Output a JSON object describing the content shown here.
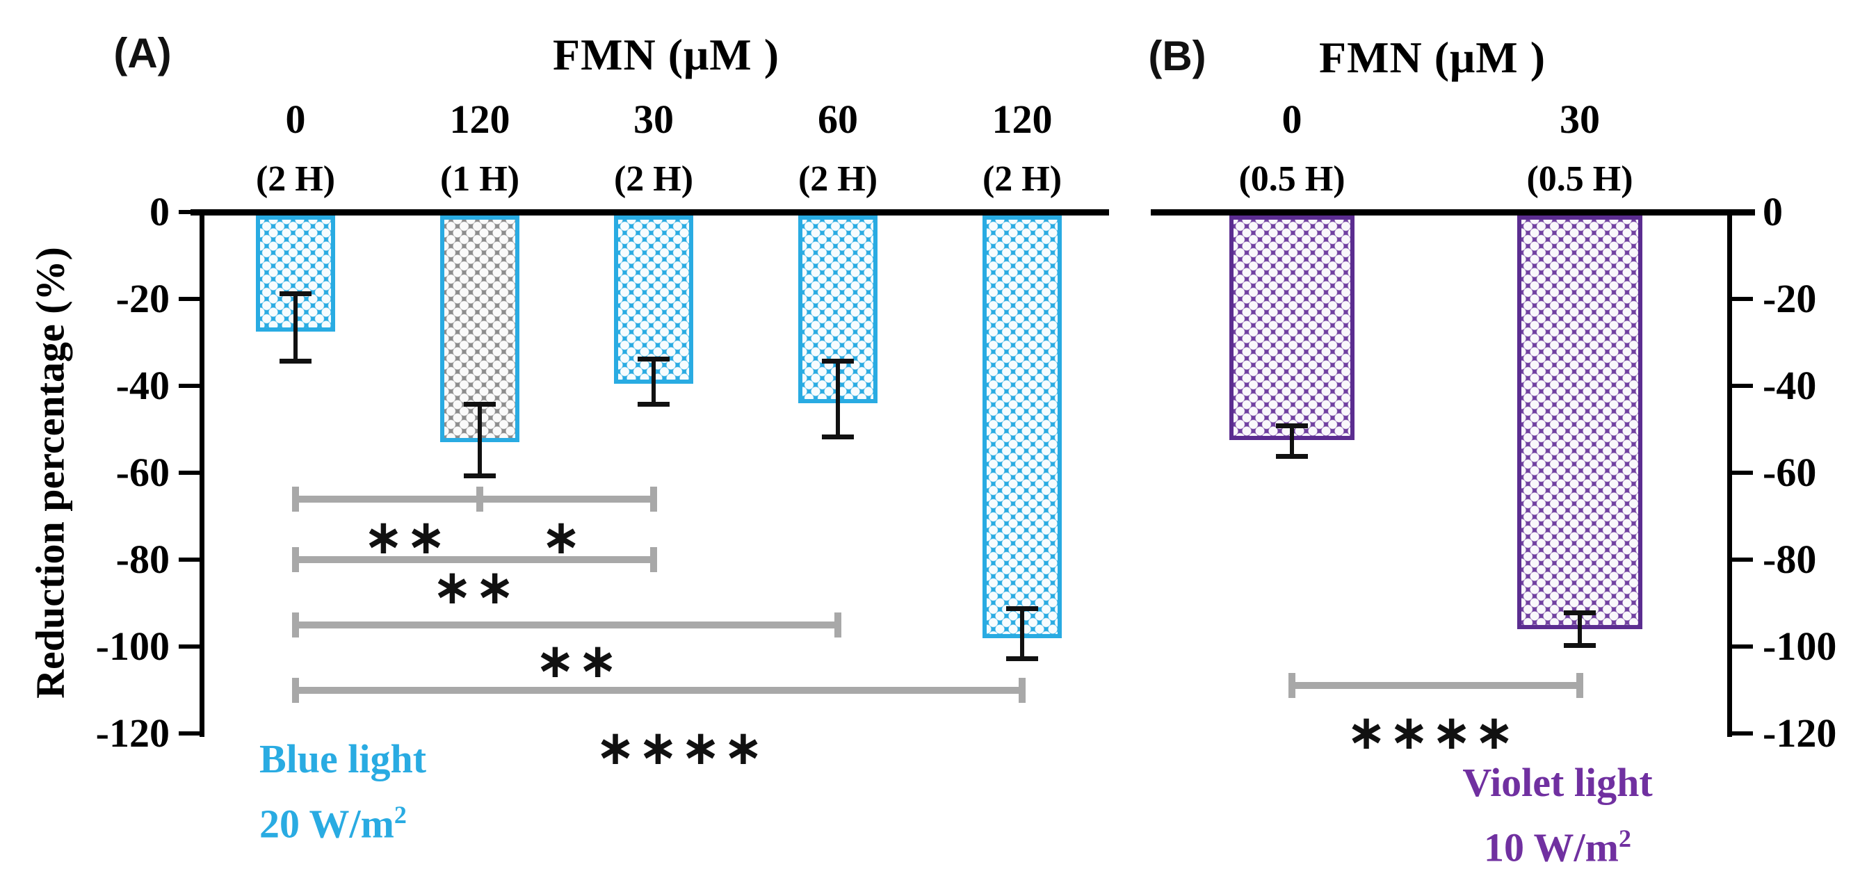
{
  "figure_type": "two-panel grouped bar chart with significance brackets",
  "colors": {
    "blue_bar": "#29abe2",
    "blue_border": "#29abe2",
    "gray_bar": "#8c8c8c",
    "purple_bar": "#7040a0",
    "purple_border": "#5b2d90",
    "bracket_gray": "#a8a8a8",
    "axis_black": "#000000",
    "blue_text": "#29abe2",
    "violet_text": "#7030a0"
  },
  "chart_data": [
    {
      "type": "bar",
      "panel": "(A)",
      "title": "FMN (μM )",
      "ylabel": "Reduction percentage (%)",
      "ylim": [
        0,
        -120
      ],
      "yticks": [
        0,
        -20,
        -40,
        -60,
        -80,
        -100,
        -120
      ],
      "ytick_labels": [
        "0",
        "-20",
        "-40",
        "-60",
        "-80",
        "-100",
        "-120"
      ],
      "grid": false,
      "legend_note": {
        "line1": "Blue light",
        "line2": "20 W/m",
        "sup": "2"
      },
      "categories": [
        {
          "conc": "0",
          "time": "(2 H)"
        },
        {
          "conc": "120",
          "time": "(1 H)"
        },
        {
          "conc": "30",
          "time": "(2 H)"
        },
        {
          "conc": "60",
          "time": "(2 H)"
        },
        {
          "conc": "120",
          "time": "(2 H)"
        }
      ],
      "series": [
        {
          "name": "Reduction percentage (%)",
          "values": [
            -27.5,
            -53,
            -39.5,
            -44,
            -98
          ]
        }
      ],
      "errors": [
        {
          "top": -19,
          "bottom": -34
        },
        {
          "top": -44.5,
          "bottom": -60.5
        },
        {
          "top": -34,
          "bottom": -44
        },
        {
          "top": -34.5,
          "bottom": -51.5
        },
        {
          "top": -91.5,
          "bottom": -102.5
        }
      ],
      "bar_styles": [
        "blue",
        "gray",
        "blue",
        "blue",
        "blue"
      ],
      "significance": [
        {
          "from": 0,
          "to": 1,
          "y": -66,
          "stars": "∗∗",
          "stars_x": 585,
          "stars_y": -75
        },
        {
          "from": 1,
          "to": 2,
          "y": -66,
          "stars": "∗",
          "stars_x": 810,
          "stars_y": -75
        },
        {
          "from": 0,
          "to": 2,
          "y": -80,
          "stars": "∗∗",
          "stars_x": 684,
          "stars_y": -86.5
        },
        {
          "from": 0,
          "to": 3,
          "y": -95,
          "stars": "∗∗",
          "stars_x": 832,
          "stars_y": -103.5
        },
        {
          "from": 0,
          "to": 4,
          "y": -110,
          "stars": "∗∗∗∗",
          "stars_x": 980,
          "stars_y": -123.5
        }
      ]
    },
    {
      "type": "bar",
      "panel": "(B)",
      "title": "FMN (μM )",
      "ylabel": "Reduction percentage (%)",
      "ylim": [
        0,
        -120
      ],
      "yticks": [
        0,
        -20,
        -40,
        -60,
        -80,
        -100,
        -120
      ],
      "ytick_labels": [
        "0",
        "-20",
        "-40",
        "-60",
        "-80",
        "-100",
        "-120"
      ],
      "grid": false,
      "legend_note": {
        "line1": "Violet light",
        "line2": "10 W/m",
        "sup": "2"
      },
      "categories": [
        {
          "conc": "0",
          "time": "(0.5 H)"
        },
        {
          "conc": "30",
          "time": "(0.5 H)"
        }
      ],
      "series": [
        {
          "name": "Reduction percentage (%)",
          "values": [
            -52.5,
            -96
          ]
        }
      ],
      "errors": [
        {
          "top": -49.5,
          "bottom": -56
        },
        {
          "top": -92.5,
          "bottom": -99.5
        }
      ],
      "bar_styles": [
        "purple",
        "purple"
      ],
      "significance": [
        {
          "from": 0,
          "to": 1,
          "y": -109,
          "stars": "∗∗∗∗",
          "stars_x": 2060,
          "stars_y": -120
        }
      ]
    }
  ]
}
